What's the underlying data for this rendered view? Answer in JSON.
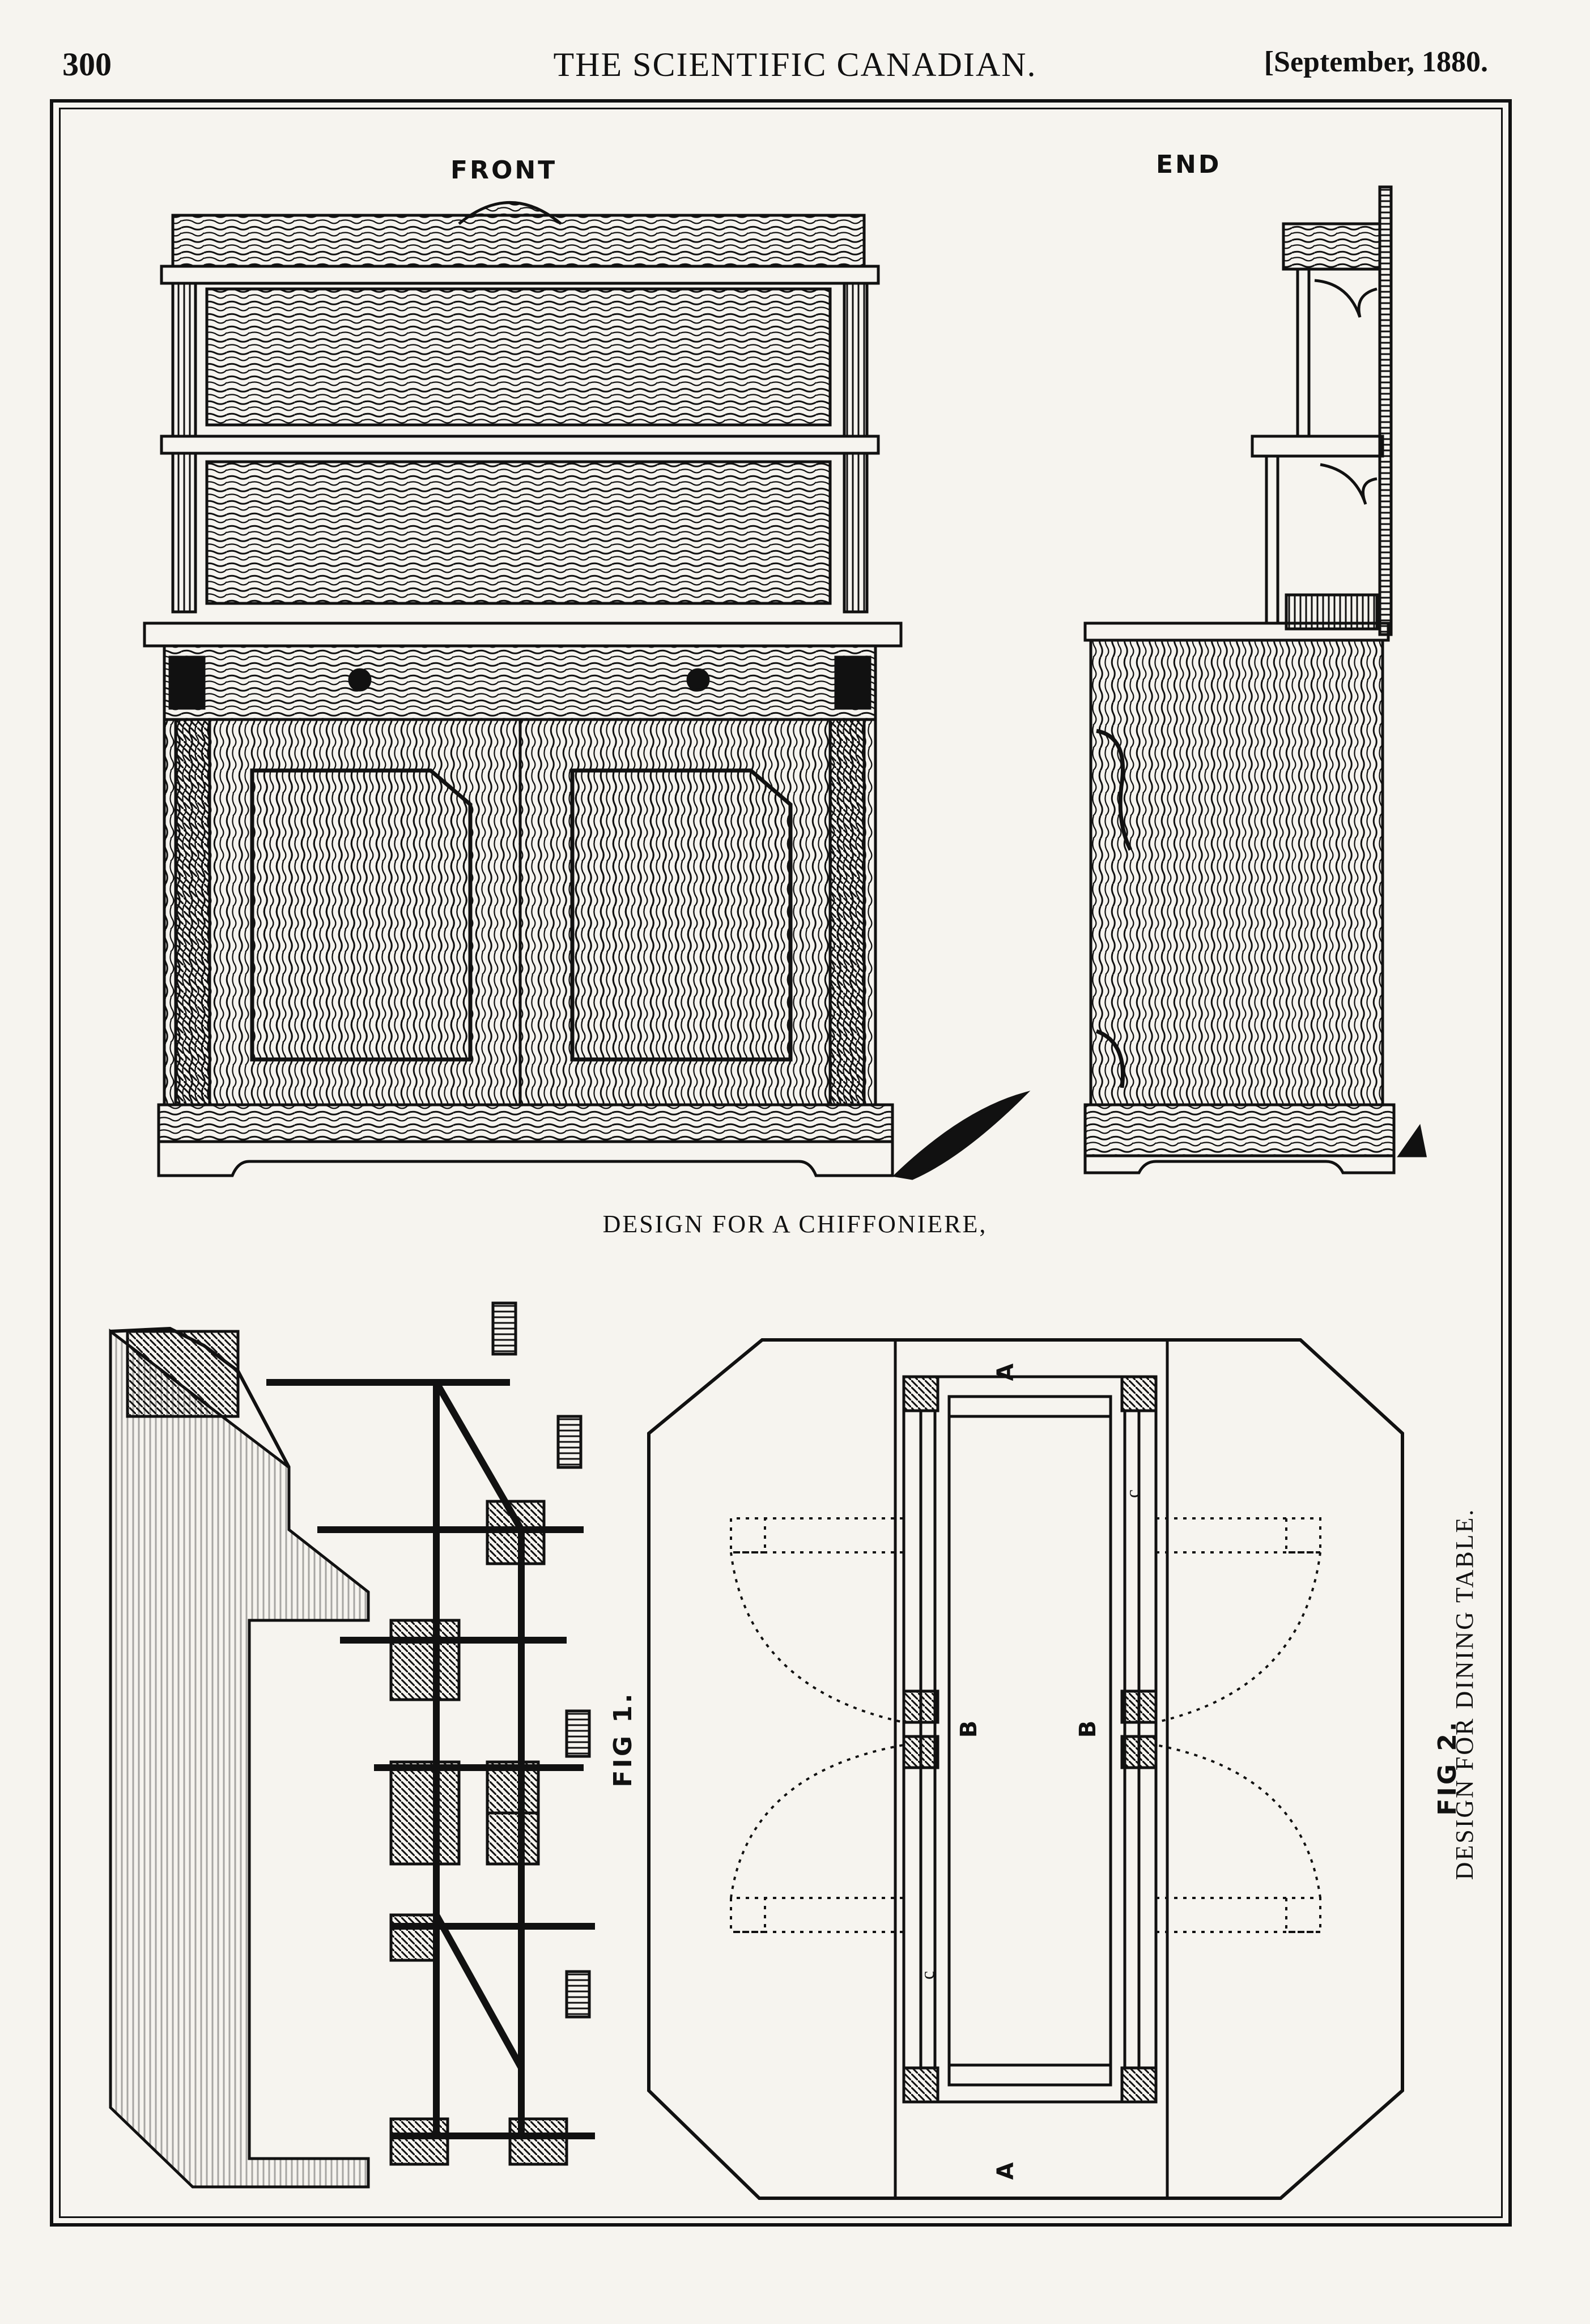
{
  "header": {
    "page_number": "300",
    "title": "THE SCIENTIFIC CANADIAN.",
    "date": "[September, 1880."
  },
  "chiffoniere": {
    "front_label": "FRONT",
    "end_label": "END",
    "caption": "DESIGN FOR A CHIFFONIERE,"
  },
  "fig1": {
    "label": "FIG 1."
  },
  "fig2": {
    "label": "FIG 2.",
    "caption": "DESIGN FOR DINING TABLE.",
    "marks": {
      "a_top": "A",
      "a_bottom": "A",
      "b_left": "B",
      "b_right": "B",
      "c_right": "c",
      "c_left": "c"
    }
  }
}
